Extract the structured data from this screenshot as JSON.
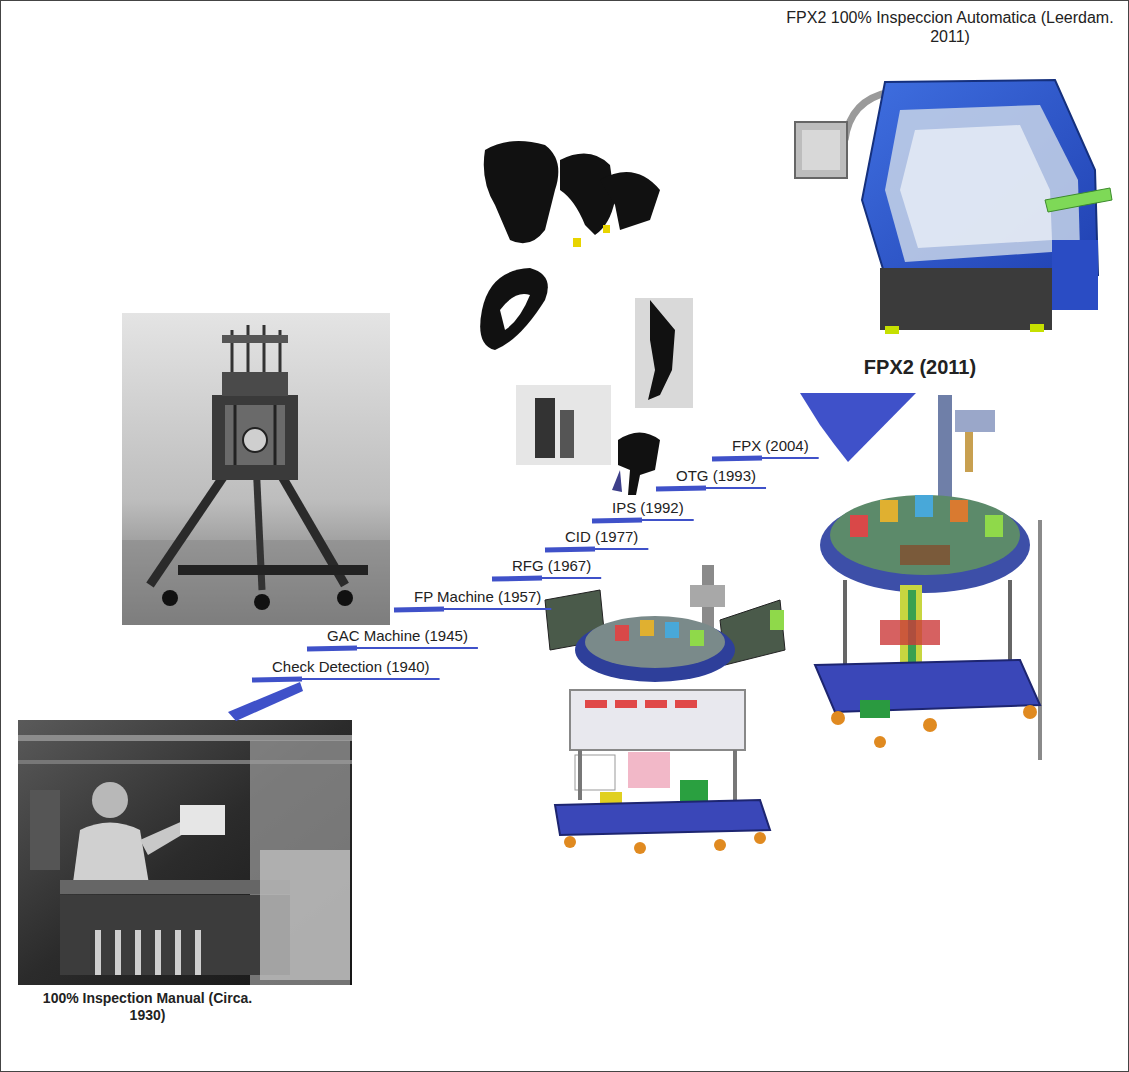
{
  "diagram": {
    "labels": [
      "FPX2 100% Inspeccion Automatica (Leerdam. 2011)",
      "FPX2 (2011)",
      "FPX (2004)",
      "OTG (1993)",
      "IPS (1992)",
      "CID (1977)",
      "RFG (1967)",
      "FP Machine (1957)",
      "GAC Machine (1945)",
      "Check Detection (1940)",
      "100% Inspection Manual (Circa. 1930)"
    ]
  }
}
